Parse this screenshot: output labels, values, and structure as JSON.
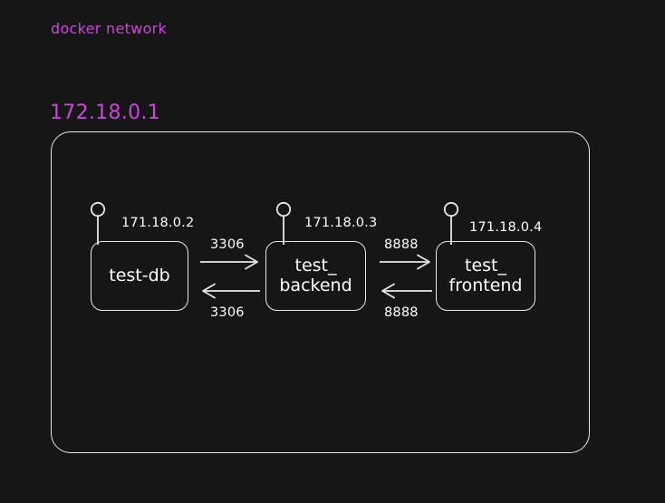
{
  "diagram": {
    "title": "docker network",
    "gateway_label": "172.18.0.1",
    "title_color": "#cc44dd",
    "stroke_color": "#e8e8e8",
    "text_color": "#ffffff",
    "background_color": "#161616"
  },
  "nodes": [
    {
      "id": "test-db",
      "label": "test-db",
      "ip": "171.18.0.2",
      "marker_icon": "node-balloon-icon"
    },
    {
      "id": "test-backend",
      "label": "test_\nbackend",
      "ip": "171.18.0.3",
      "marker_icon": "node-balloon-icon"
    },
    {
      "id": "test-frontend",
      "label": "test_\nfrontend",
      "ip": "171.18.0.4",
      "marker_icon": "node-balloon-icon"
    }
  ],
  "connections": [
    {
      "id": "db-backend",
      "from": "test-db",
      "to": "test-backend",
      "port_out": "3306",
      "port_in": "3306"
    },
    {
      "id": "backend-frontend",
      "from": "test-backend",
      "to": "test-frontend",
      "port_out": "8888",
      "port_in": "8888"
    }
  ]
}
